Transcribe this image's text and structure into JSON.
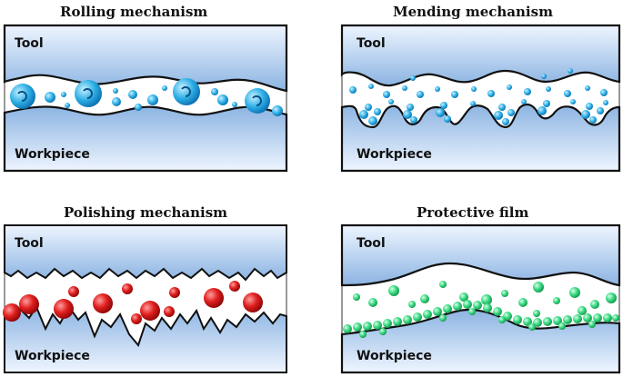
{
  "panels": {
    "rolling": {
      "title": "Rolling mechanism",
      "tool_label": "Tool",
      "workpiece_label": "Workpiece"
    },
    "mending": {
      "title": "Mending mechanism",
      "tool_label": "Tool",
      "workpiece_label": "Workpiece"
    },
    "polishing": {
      "title": "Polishing mechanism",
      "tool_label": "Tool",
      "workpiece_label": "Workpiece"
    },
    "protective": {
      "title": "Protective film",
      "tool_label": "Tool",
      "workpiece_label": "Workpiece"
    }
  },
  "colors": {
    "surface_light": "#eaf3ff",
    "surface_dark": "#8fb6e3",
    "outline": "#111111",
    "particle_blue": "#29a8e0",
    "particle_red": "#d91a1a",
    "particle_green": "#2fd27a"
  }
}
